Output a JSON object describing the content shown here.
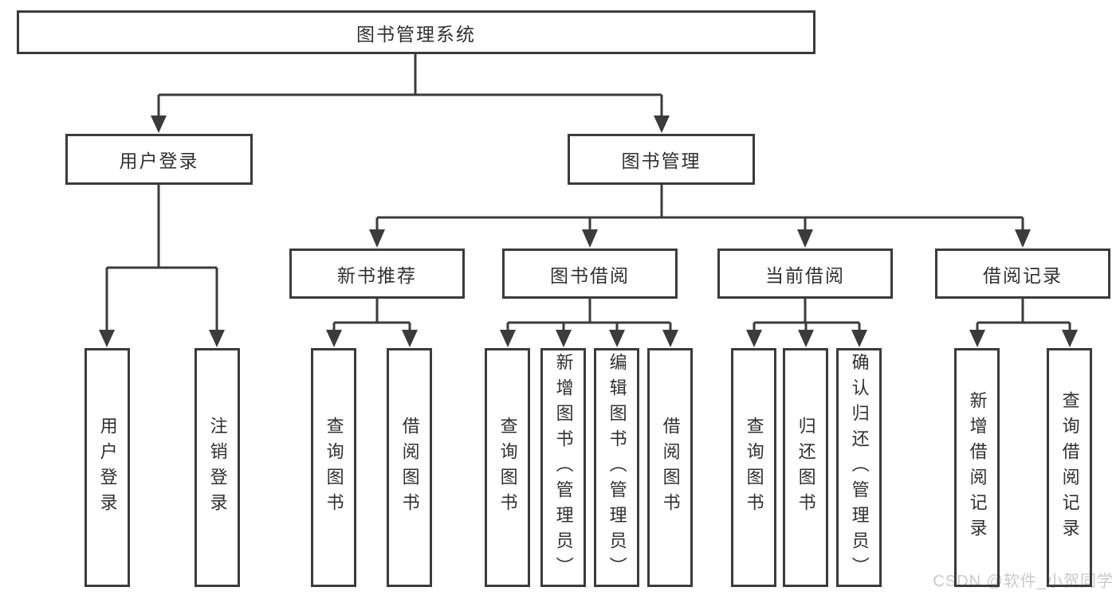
{
  "tree": {
    "root": {
      "label": "图书管理系统"
    },
    "branches": [
      {
        "label": "用户登录",
        "children": [
          {
            "label": "用户登录"
          },
          {
            "label": "注销登录"
          }
        ]
      },
      {
        "label": "图书管理",
        "children": [
          {
            "label": "新书推荐",
            "children": [
              {
                "label": "查询图书"
              },
              {
                "label": "借阅图书"
              }
            ]
          },
          {
            "label": "图书借阅",
            "children": [
              {
                "label": "查询图书"
              },
              {
                "label": "新增图书（管理员）"
              },
              {
                "label": "编辑图书（管理员）"
              },
              {
                "label": "借阅图书"
              }
            ]
          },
          {
            "label": "当前借阅",
            "children": [
              {
                "label": "查询图书"
              },
              {
                "label": "归还图书"
              },
              {
                "label": "确认归还（管理员）"
              }
            ]
          },
          {
            "label": "借阅记录",
            "children": [
              {
                "label": "新增借阅记录"
              },
              {
                "label": "查询借阅记录"
              }
            ]
          }
        ]
      }
    ]
  },
  "watermark": {
    "text": "CSDN @软件_小贺同学"
  },
  "colors": {
    "line": "#3b3b3b",
    "text": "#303030",
    "watermark": "#c9c9c9",
    "background": "#ffffff"
  }
}
